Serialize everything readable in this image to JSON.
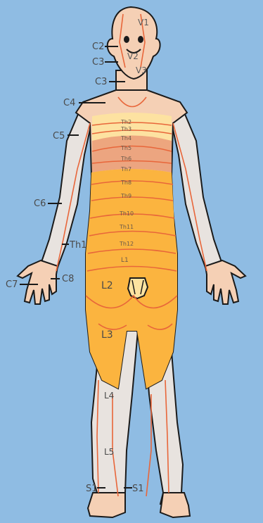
{
  "labels": {
    "V1": "V1",
    "V2": "V2",
    "V3": "V3",
    "C2": "C2",
    "C3": "C3",
    "C3b": "C3",
    "C4": "C4",
    "C5": "C5",
    "C6": "C6",
    "Th1": "Th1",
    "C7": "C7",
    "C8": "C8",
    "Th2": "Th2",
    "Th3": "Th3",
    "Th4": "Th4",
    "Th5": "Th5",
    "Th6": "Th6",
    "Th7": "Th7",
    "Th8": "Th8",
    "Th9": "Th9",
    "Th10": "Th10",
    "Th11": "Th11",
    "Th12": "Th12",
    "L1": "L1",
    "L2": "L2",
    "L3": "L3",
    "L4": "L4",
    "L5": "L5",
    "S1_left": "S1",
    "S1_right": "S1"
  },
  "colors": {
    "background": "#8fbce3",
    "skin": "#f5d0b5",
    "limb_gray": "#e8e3df",
    "outline": "#1a1a1a",
    "nerve_line": "#e8663a",
    "band_pale": "#fde3a0",
    "band_salmon": "#eba07a",
    "band_orange": "#fbb43f"
  }
}
